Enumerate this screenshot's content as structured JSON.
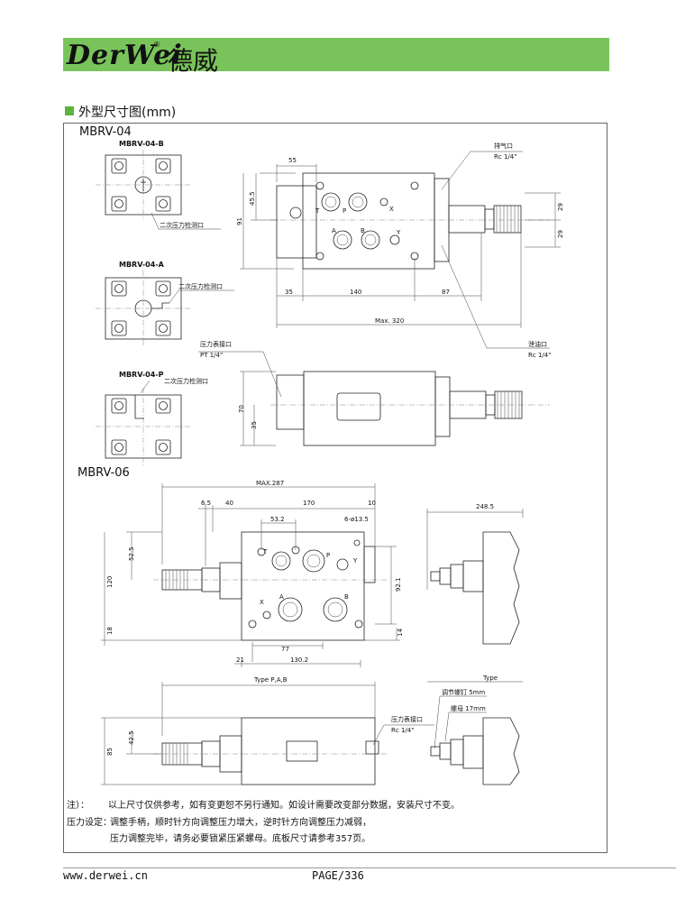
{
  "header": {
    "brand_latin": "DerWei",
    "brand_cn": "德威",
    "reg_mark": "®"
  },
  "section": {
    "title": "外型尺寸图(mm)"
  },
  "models": {
    "mbrv04": "MBRV-04",
    "mbrv06": "MBRV-06"
  },
  "views": {
    "b": "MBRV-04-B",
    "a": "MBRV-04-A",
    "p": "MBRV-04-P"
  },
  "labels": {
    "secondary_port": "二次压力检测口",
    "vent_port": "排气口",
    "vent_rc": "Rc 1/4\"",
    "drain_port": "泄油口",
    "drain_rc": "Rc 1/4\"",
    "gauge_port": "压力表接口",
    "gauge_pt": "PT 1/4\"",
    "gauge_rc": "Rc 1/4\"",
    "type_pab": "Type P,A,B",
    "type": "Type",
    "adj_screw": "调节螺钉 5mm",
    "nut": "螺母 17mm",
    "holes": "6-ø13.5",
    "port_t": "T",
    "port_p": "P",
    "port_a": "A",
    "port_b": "B",
    "port_x": "X",
    "port_y": "Y"
  },
  "dims_04": {
    "d55": "55",
    "d45_5": "45.5",
    "d91": "91",
    "d29a": "29",
    "d29b": "29",
    "d35": "35",
    "d140": "140",
    "d87": "87",
    "max320": "Max. 320",
    "d70": "70",
    "d35v": "35"
  },
  "dims_06": {
    "max287": "MAX.287",
    "d6_5": "6.5",
    "d40": "40",
    "d170": "170",
    "d10": "10",
    "d53_2": "53.2",
    "d52_5": "52.5",
    "d120": "120",
    "d18": "18",
    "d92_1": "92.1",
    "d14": "14",
    "d77": "77",
    "d21": "21",
    "d130_2": "130.2",
    "d248_5": "248.5",
    "d85": "85",
    "d42_5": "42.5"
  },
  "notes": {
    "note_label": "注）：",
    "note_text": "以上尺寸仅供参考，如有变更恕不另行通知。如设计需要改变部分数据，安装尺寸不变。",
    "pressure_label": "压力设定：",
    "pressure_text1": "调整手柄，顺时针方向调整压力增大，逆时针方向调整压力减弱，",
    "pressure_text2": "压力调整完毕，请务必要锁紧压紧螺母。底板尺寸请参考357页。"
  },
  "footer": {
    "site": "www.derwei.cn",
    "page": "PAGE/336"
  },
  "colors": {
    "banner": "#79c45a",
    "square": "#5cb43c"
  }
}
